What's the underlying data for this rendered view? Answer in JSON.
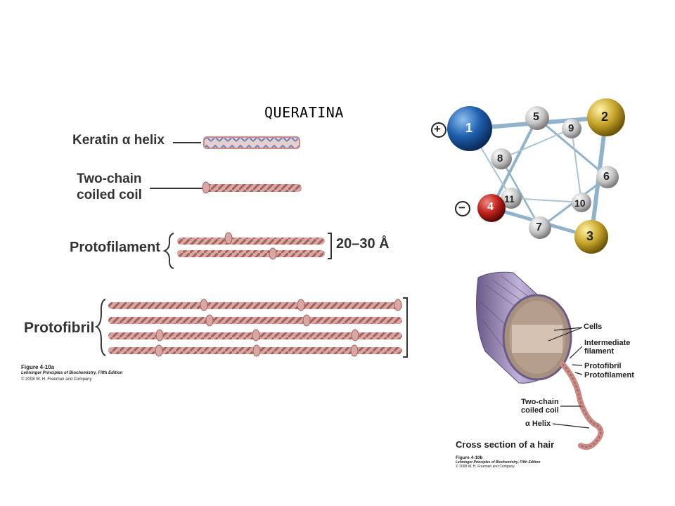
{
  "title": "QUERATINA",
  "figure_a": {
    "keratin_helix_label": "Keratin α helix",
    "two_chain_line1": "Two-chain",
    "two_chain_line2": "coiled coil",
    "protofilament_label": "Protofilament",
    "range_label": "20–30 Å",
    "protofibril_label": "Protofibril",
    "caption_title": "Figure 4-10a",
    "caption_source": "Lehninger Principles of Biochemistry, Fifth Edition",
    "caption_copyright": "© 2008 W. H. Freeman and Company"
  },
  "helical_wheel": {
    "plus_sign": "+",
    "minus_sign": "−",
    "positions": [
      "1",
      "2",
      "3",
      "4",
      "5",
      "6",
      "7",
      "8",
      "9",
      "10",
      "11"
    ]
  },
  "figure_b": {
    "cells_label": "Cells",
    "intermediate_line1": "Intermediate",
    "intermediate_line2": "filament",
    "protofibril_label": "Protofibril",
    "protofilament_label": "Protofilament",
    "two_chain_line1": "Two-chain",
    "two_chain_line2": "coiled coil",
    "alpha_helix_label": "α Helix",
    "cross_section_label": "Cross section of a hair",
    "caption_title": "Figure 4-10b",
    "caption_source": "Lehninger Principles of Biochemistry, Fifth Edition",
    "caption_copyright": "© 2008 W. H. Freeman and Company"
  },
  "colors": {
    "rope": "#c98b86",
    "rope_dark": "#a4615e",
    "helix_blue": "#7f8fc9",
    "ball_blue": "#1d5fae",
    "ball_gold": "#c9a72c",
    "ball_red": "#c0221b",
    "ball_gray": "#c4c4c4",
    "spoke": "#8fb3cc",
    "hair": "#8d7aa8"
  }
}
